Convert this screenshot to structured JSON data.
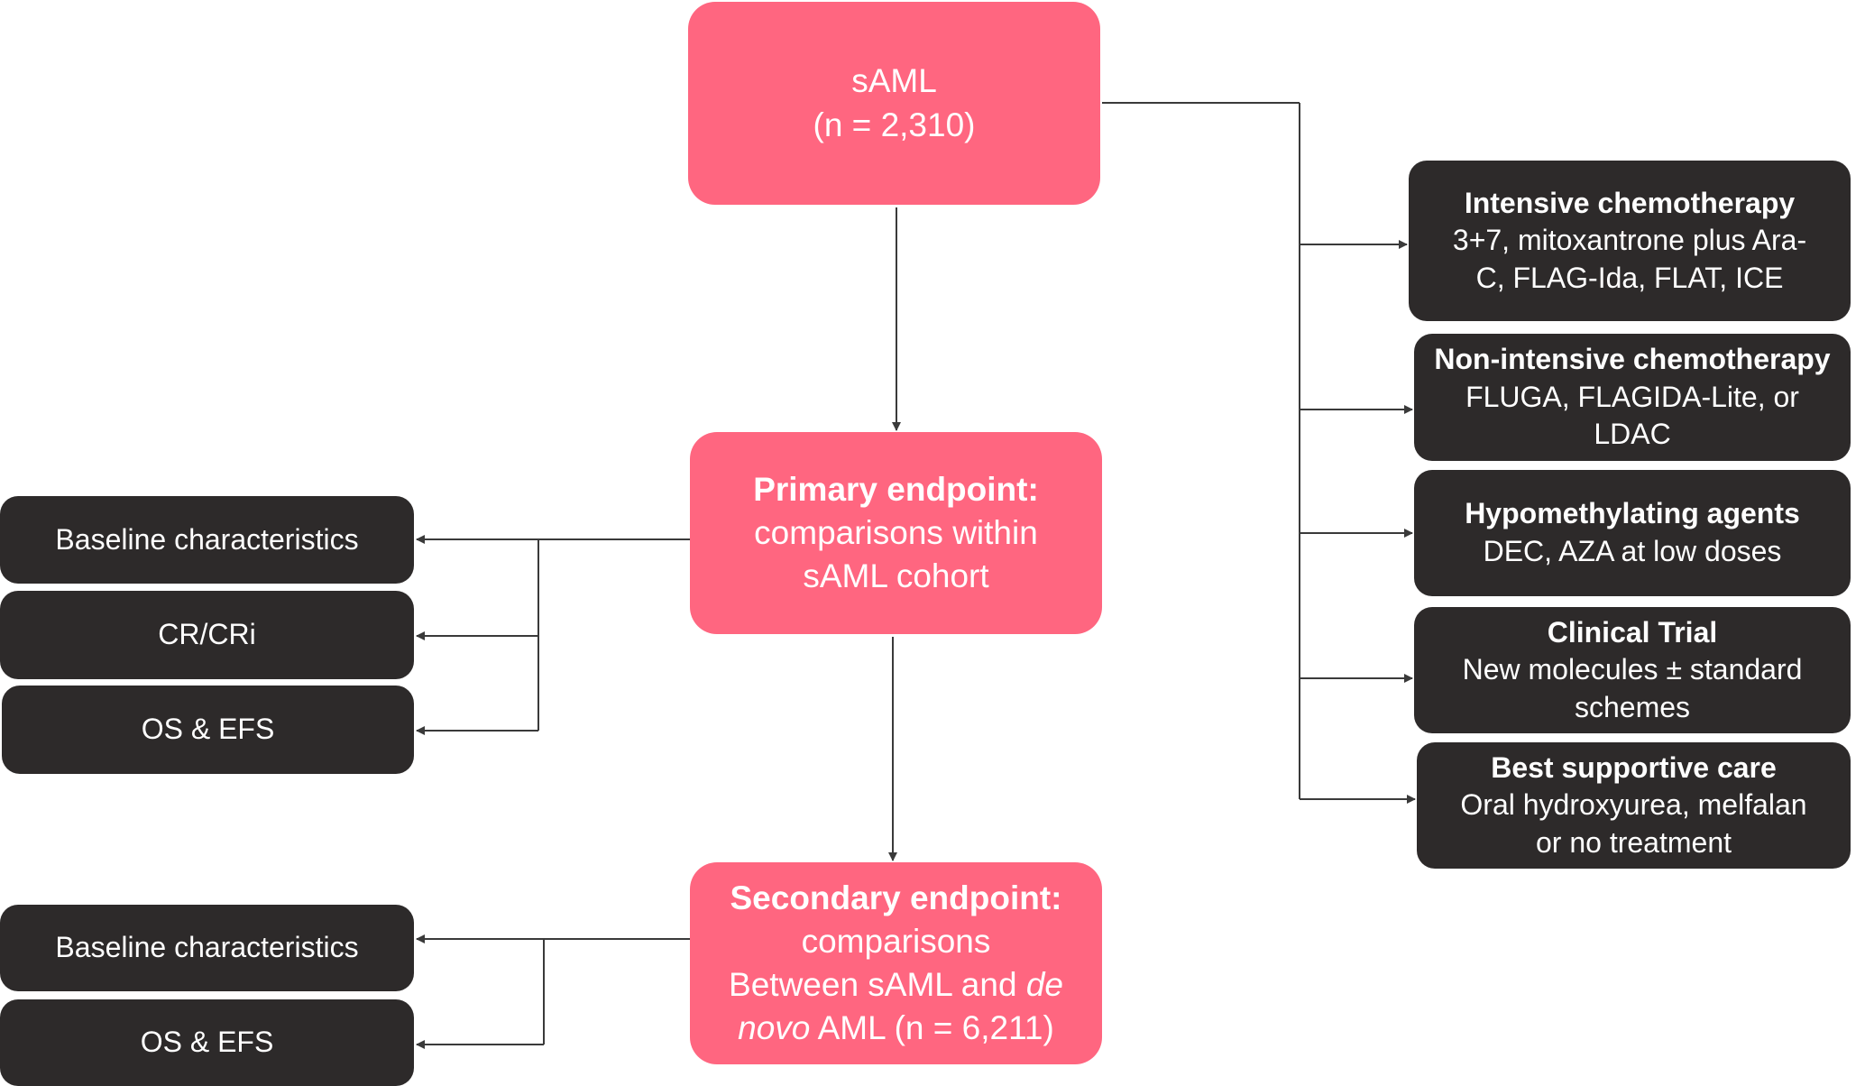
{
  "colors": {
    "accent_pink": "#FF6680",
    "dark_box": "#2D2A2A",
    "connector": "#3a3a3a"
  },
  "top": {
    "line1": "sAML",
    "line2": "(n = 2,310)"
  },
  "primary": {
    "title": "Primary endpoint:",
    "line1": "comparisons within",
    "line2": "sAML cohort"
  },
  "secondary": {
    "title": "Secondary endpoint:",
    "line1": "comparisons",
    "line2_a": "Between sAML and ",
    "line2_b": "de",
    "line3_a": "novo",
    "line3_b": " AML (n = 6,211)"
  },
  "primary_outcomes": [
    "Baseline characteristics",
    "CR/CRi",
    "OS & EFS"
  ],
  "secondary_outcomes": [
    "Baseline characteristics",
    "OS & EFS"
  ],
  "treatments": [
    {
      "title": "Intensive chemotherapy",
      "lines": [
        "3+7, mitoxantrone plus Ara-",
        "C, FLAG-Ida, FLAT, ICE"
      ]
    },
    {
      "title": "Non-intensive chemotherapy",
      "lines": [
        "FLUGA, FLAGIDA-Lite, or",
        "LDAC"
      ]
    },
    {
      "title": "Hypomethylating agents",
      "lines": [
        "DEC, AZA at low doses"
      ]
    },
    {
      "title": "Clinical Trial",
      "lines": [
        "New molecules ± standard",
        "schemes"
      ]
    },
    {
      "title": "Best supportive care",
      "lines": [
        "Oral hydroxyurea, melfalan",
        "or no treatment"
      ]
    }
  ]
}
